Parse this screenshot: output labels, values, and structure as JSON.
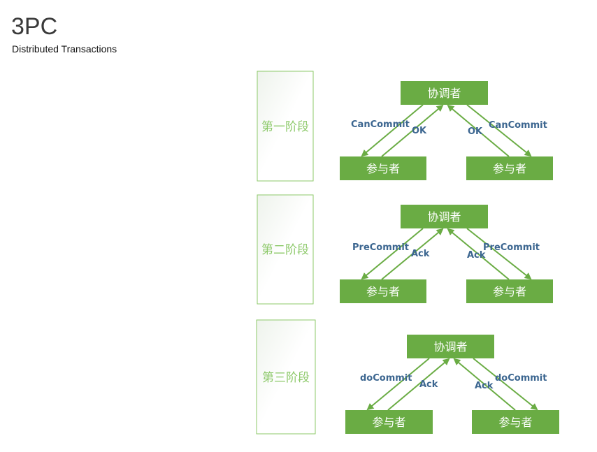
{
  "header": {
    "title": "3PC",
    "subtitle": "Distributed Transactions"
  },
  "colors": {
    "node_fill": "#6aac44",
    "arrow": "#6aac44",
    "phase_border": "#8dc96a",
    "phase_text": "#8dc96a",
    "message_text": "#3c6690"
  },
  "phases": [
    {
      "label": "第一阶段",
      "coordinator": "协调者",
      "participants": [
        "参与者",
        "参与者"
      ],
      "messages": {
        "left_request": "CanCommit",
        "left_reply": "OK",
        "right_reply": "OK",
        "right_request": "CanCommit"
      }
    },
    {
      "label": "第二阶段",
      "coordinator": "协调者",
      "participants": [
        "参与者",
        "参与者"
      ],
      "messages": {
        "left_request": "PreCommit",
        "left_reply": "Ack",
        "right_reply": "Ack",
        "right_request": "PreCommit"
      }
    },
    {
      "label": "第三阶段",
      "coordinator": "协调者",
      "participants": [
        "参与者",
        "参与者"
      ],
      "messages": {
        "left_request": "doCommit",
        "left_reply": "Ack",
        "right_reply": "Ack",
        "right_request": "doCommit"
      }
    }
  ]
}
